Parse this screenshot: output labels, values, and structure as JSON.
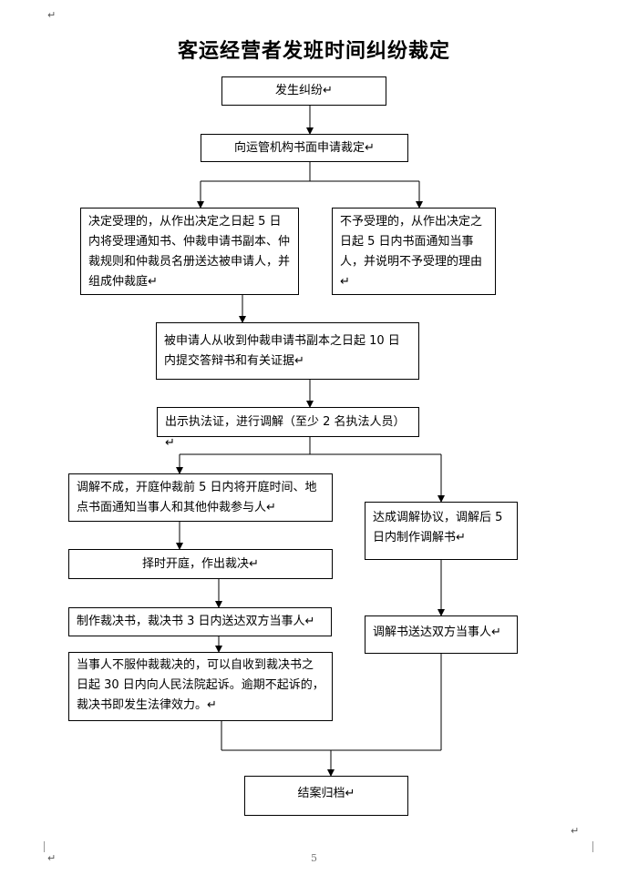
{
  "page": {
    "title": "客运经营者发班时间纠纷裁定",
    "page_number": "5",
    "para_mark": "↵"
  },
  "boxes": {
    "occur": "发生纠纷↵",
    "apply": "向运管机构书面申请裁定↵",
    "accept": "决定受理的，从作出决定之日起 5 日内将受理通知书、仲裁申请书副本、仲裁规则和仲裁员名册送达被申请人，并组成仲裁庭↵",
    "reject": "不予受理的，从作出决定之日起 5 日内书面通知当事人，并说明不予受理的理由↵",
    "respond": "被申请人从收到仲裁申请书副本之日起 10 日内提交答辩书和有关证据↵",
    "mediate": "出示执法证，进行调解（至少 2 名执法人员）↵",
    "fail": "调解不成，开庭仲裁前 5 日内将开庭时间、地点书面通知当事人和其他仲裁参与人↵",
    "agree": "达成调解协议，调解后 5 日内制作调解书↵",
    "hearing": "择时开庭，作出裁决↵",
    "award": "制作裁决书，裁决书 3 日内送达双方当事人↵",
    "deliver": "调解书送达双方当事人↵",
    "appeal": "当事人不服仲裁裁决的，可以自收到裁决书之日起 30 日内向人民法院起诉。逾期不起诉的，裁决书即发生法律效力。↵",
    "archive": "结案归档↵"
  }
}
